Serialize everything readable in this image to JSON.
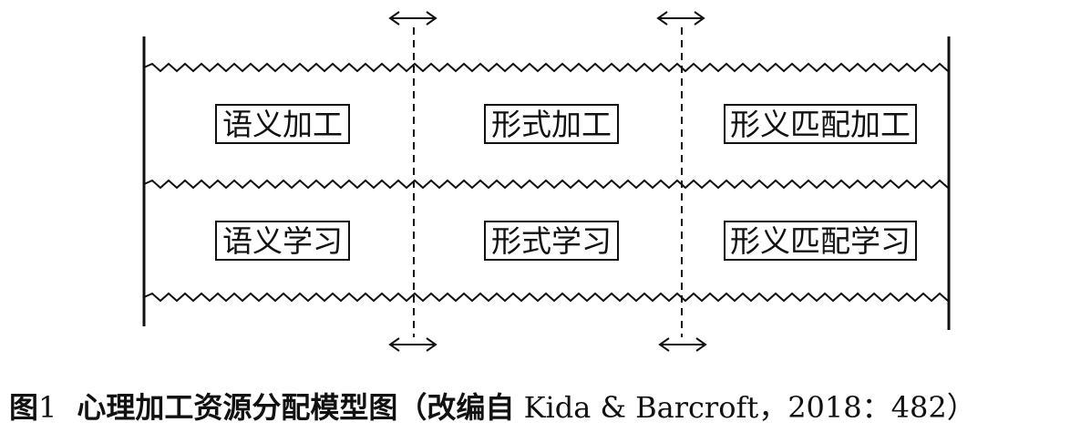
{
  "rows": [
    {
      "boxes": [
        {
          "label": "语义加工"
        },
        {
          "label": "形式加工"
        },
        {
          "label": "形义匹配加工"
        }
      ]
    },
    {
      "boxes": [
        {
          "label": "语义学习"
        },
        {
          "label": "形式学习"
        },
        {
          "label": "形义匹配学习"
        }
      ]
    }
  ],
  "caption": {
    "label": "图",
    "number": "1",
    "title": "心理加工资源分配模型图",
    "source_open": "（改编自",
    "source": " Kida & Barcroft，2018：482）"
  }
}
